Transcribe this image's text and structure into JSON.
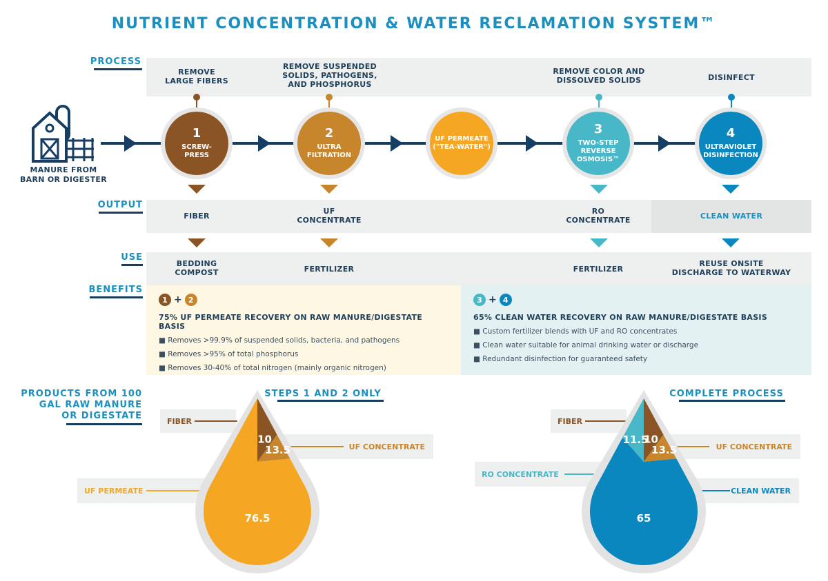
{
  "title": "NUTRIENT CONCENTRATION & WATER RECLAMATION SYSTEM™",
  "row_labels": {
    "process": "PROCESS",
    "output": "OUTPUT",
    "use": "USE",
    "benefits": "BENEFITS"
  },
  "source": {
    "label_line1": "MANURE FROM",
    "label_line2": "BARN OR DIGESTER",
    "icon": "barn-icon"
  },
  "process": {
    "step1": {
      "purpose": "REMOVE\nLARGE FIBERS",
      "num": "1",
      "name": "SCREW-\nPRESS",
      "color": "#8a5425"
    },
    "step2": {
      "purpose": "REMOVE SUSPENDED\nSOLIDS, PATHOGENS,\nAND PHOSPHORUS",
      "num": "2",
      "name": "ULTRA\nFILTRATION",
      "color": "#c8862c"
    },
    "permeate": {
      "name": "UF PERMEATE\n(\"TEA-WATER\")",
      "color": "#f5a623"
    },
    "step3": {
      "purpose": "REMOVE COLOR AND\nDISSOLVED SOLIDS",
      "num": "3",
      "name": "TWO-STEP\nREVERSE\nOSMOSIS™",
      "color": "#48b8c8"
    },
    "step4": {
      "purpose": "DISINFECT",
      "num": "4",
      "name": "ULTRAVIOLET\nDISINFECTION",
      "color": "#0b87c0"
    }
  },
  "outputs": {
    "fiber": "FIBER",
    "uf": "UF\nCONCENTRATE",
    "ro": "RO\nCONCENTRATE",
    "water": "CLEAN WATER"
  },
  "uses": {
    "fiber": "BEDDING\nCOMPOST",
    "uf": "FERTILIZER",
    "ro": "FERTILIZER",
    "water": "REUSE ONSITE\nDISCHARGE TO WATERWAY"
  },
  "benefits": {
    "left": {
      "badge_a": "1",
      "badge_b": "2",
      "plus": "+",
      "headline": "75% UF PERMEATE RECOVERY ON RAW MANURE/DIGESTATE BASIS",
      "items": [
        "Removes >99.9% of suspended solids, bacteria, and pathogens",
        "Removes >95% of total phosphorus",
        "Removes 30-40% of total nitrogen (mainly organic nitrogen)"
      ],
      "bg": "#fdf7e3"
    },
    "right": {
      "badge_a": "3",
      "badge_b": "4",
      "plus": "+",
      "headline": "65% CLEAN WATER RECOVERY ON RAW MANURE/DIGESTATE BASIS",
      "items": [
        "Custom fertilizer blends with UF and RO concentrates",
        "Clean water suitable for animal drinking water or discharge",
        "Redundant disinfection for guaranteed safety"
      ],
      "bg": "#e4f1f2"
    }
  },
  "products_label": "PRODUCTS FROM 100\nGAL RAW MANURE\nOR DIGESTATE",
  "chart_data": [
    {
      "type": "pie",
      "title": "STEPS 1 AND 2 ONLY",
      "slices": [
        {
          "name": "FIBER",
          "value": 10,
          "label": "10",
          "color": "#8a5425"
        },
        {
          "name": "UF CONCENTRATE",
          "value": 13.5,
          "label": "13.5",
          "color": "#c8862c"
        },
        {
          "name": "UF PERMEATE",
          "value": 76.5,
          "label": "76.5",
          "color": "#f5a623"
        }
      ]
    },
    {
      "type": "pie",
      "title": "COMPLETE PROCESS",
      "slices": [
        {
          "name": "FIBER",
          "value": 10,
          "label": "10",
          "color": "#8a5425"
        },
        {
          "name": "UF CONCENTRATE",
          "value": 13.5,
          "label": "13.5",
          "color": "#c8862c"
        },
        {
          "name": "CLEAN WATER",
          "value": 65,
          "label": "65",
          "color": "#0b87c0"
        },
        {
          "name": "RO CONCENTRATE",
          "value": 11.5,
          "label": "11.5",
          "color": "#48b8c8"
        }
      ]
    }
  ]
}
